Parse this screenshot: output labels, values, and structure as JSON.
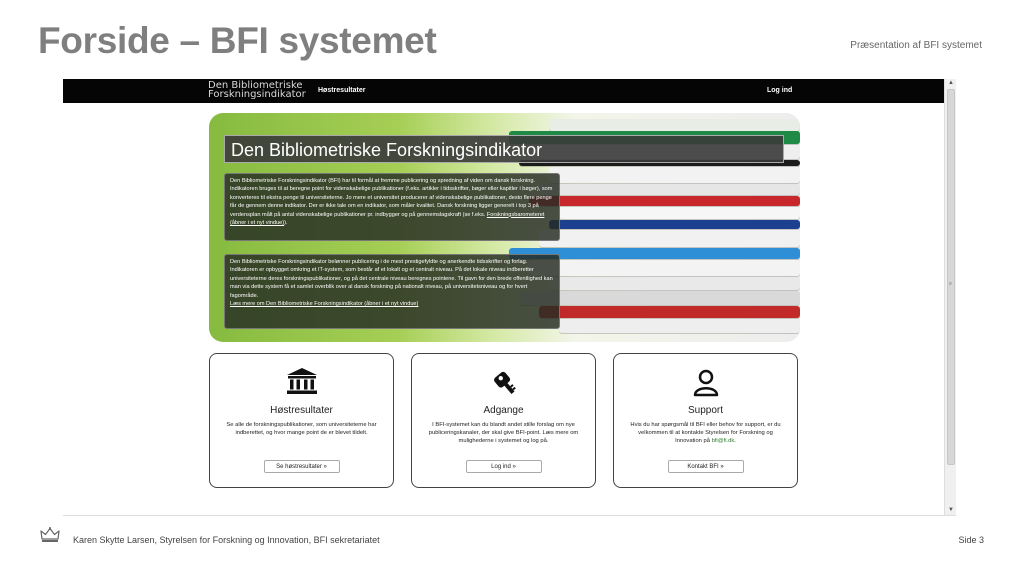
{
  "slide": {
    "title": "Forside – BFI systemet",
    "subtitle": "Præsentation af BFI systemet"
  },
  "site": {
    "logo_line1": "Den Bibliometriske",
    "logo_line2": "Forskningsindikator",
    "nav_hostresultater": "Høstresultater",
    "nav_login": "Log ind"
  },
  "hero": {
    "heading": "Den Bibliometriske Forskningsindikator",
    "panel1_text": "Den Bibliometriske Forskningsindikator (BFI) har til formål at fremme publicering og spredning af viden om dansk forskning. Indikatoren bruges til at beregne point for videnskabelige publikationer (f.eks. artikler i tidsskrifter, bøger eller kapitler i bøger), som konverteres til ekstra penge til universiteterne. Jo mere et universitet producerer af videnskabelige publikationer, desto flere penge får de gennem denne indikator. Der er ikke tale om en indikator, som måler kvalitet. Dansk forskning ligger generelt i top 3 på verdensplan målt på antal videnskabelige publikationer pr. indbygger og på gennemslagskraft (se f.eks.",
    "panel1_link": "Forskningsbarometeret (åbner i et nyt vindue)",
    "panel1_end": ").",
    "panel2_text": "Den Bibliometriske Forskningsindikator belønner publicering i de mest prestigefyldte og anerkendte tidsskrifter og forlag. Indikatoren er opbygget omkring et IT-system, som består af et lokalt og et centralt niveau. På det lokale niveau indberetter universiteterne deres forskningspublikationer, og på det centrale niveau beregnes pointene. Til gavn for den brede offentlighed kan man via dette system få et samlet overblik over al dansk forskning på nationalt niveau, på universitetsniveau og for hvert fagområde.",
    "panel2_link": "Læs mere om Den Bibliometriske Forskningsindikator (åbner i et nyt vindue)"
  },
  "cards": {
    "hostresultater": {
      "title": "Høstresultater",
      "text": "Se alle de forskningspublikationer, som universiteterne har indberettet, og hvor mange point de er blevet tildelt.",
      "button": "Se høstresultater »"
    },
    "adgange": {
      "title": "Adgange",
      "text": "I BFI-systemet kan du blandt andet stille forslag om nye publiceringskanaler, der skal give BFI-point. Læs mere om mulighederne i systemet og log på.",
      "button": "Log ind »"
    },
    "support": {
      "title": "Support",
      "text": "Hvis du har spørgsmål til BFI eller behov for support, er du velkommen til at kontakte Styrelsen for Forskning og Innovation på",
      "email": "bfi@fi.dk",
      "text_end": ".",
      "button": "Kontakt BFI »"
    }
  },
  "footer": {
    "text": "Karen Skytte Larsen, Styrelsen for Forskning og Innovation, BFI sekretariatet",
    "page": "Side 3"
  },
  "colors": {
    "title_grey": "#7f7f7f",
    "header_black": "#050505",
    "hero_green": "#86bb3f",
    "link_green": "#2f7f2f"
  }
}
